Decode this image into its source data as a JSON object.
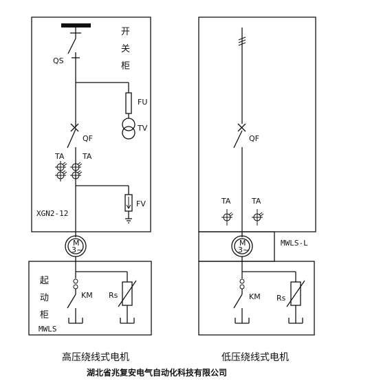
{
  "left_diagram": {
    "cabinet_label": [
      "开",
      "关",
      "柜"
    ],
    "qs_label": "QS",
    "fu_label": "FU",
    "tv_label": "TV",
    "qf_label": "QF",
    "ta1_label": "TA",
    "ta2_label": "TA",
    "fv_label": "FV",
    "model_label": "XGN2-12",
    "motor_m": "M",
    "motor_phase": "3~",
    "starter_label": [
      "起",
      "动",
      "柜"
    ],
    "km_label": "KM",
    "rs_label": "Rs",
    "starter_model": "MWLS",
    "caption": "高压绕线式电机"
  },
  "right_diagram": {
    "qf_label": "QF",
    "ta1_label": "TA",
    "ta2_label": "TA",
    "model_label": "MWLS-L",
    "motor_m": "M",
    "motor_phase": "3~",
    "km_label": "KM",
    "rs_label": "Rs",
    "caption": "低压绕线式电机"
  },
  "footer": {
    "company": "湖北省兆复安电气自动化科技有限公司"
  }
}
